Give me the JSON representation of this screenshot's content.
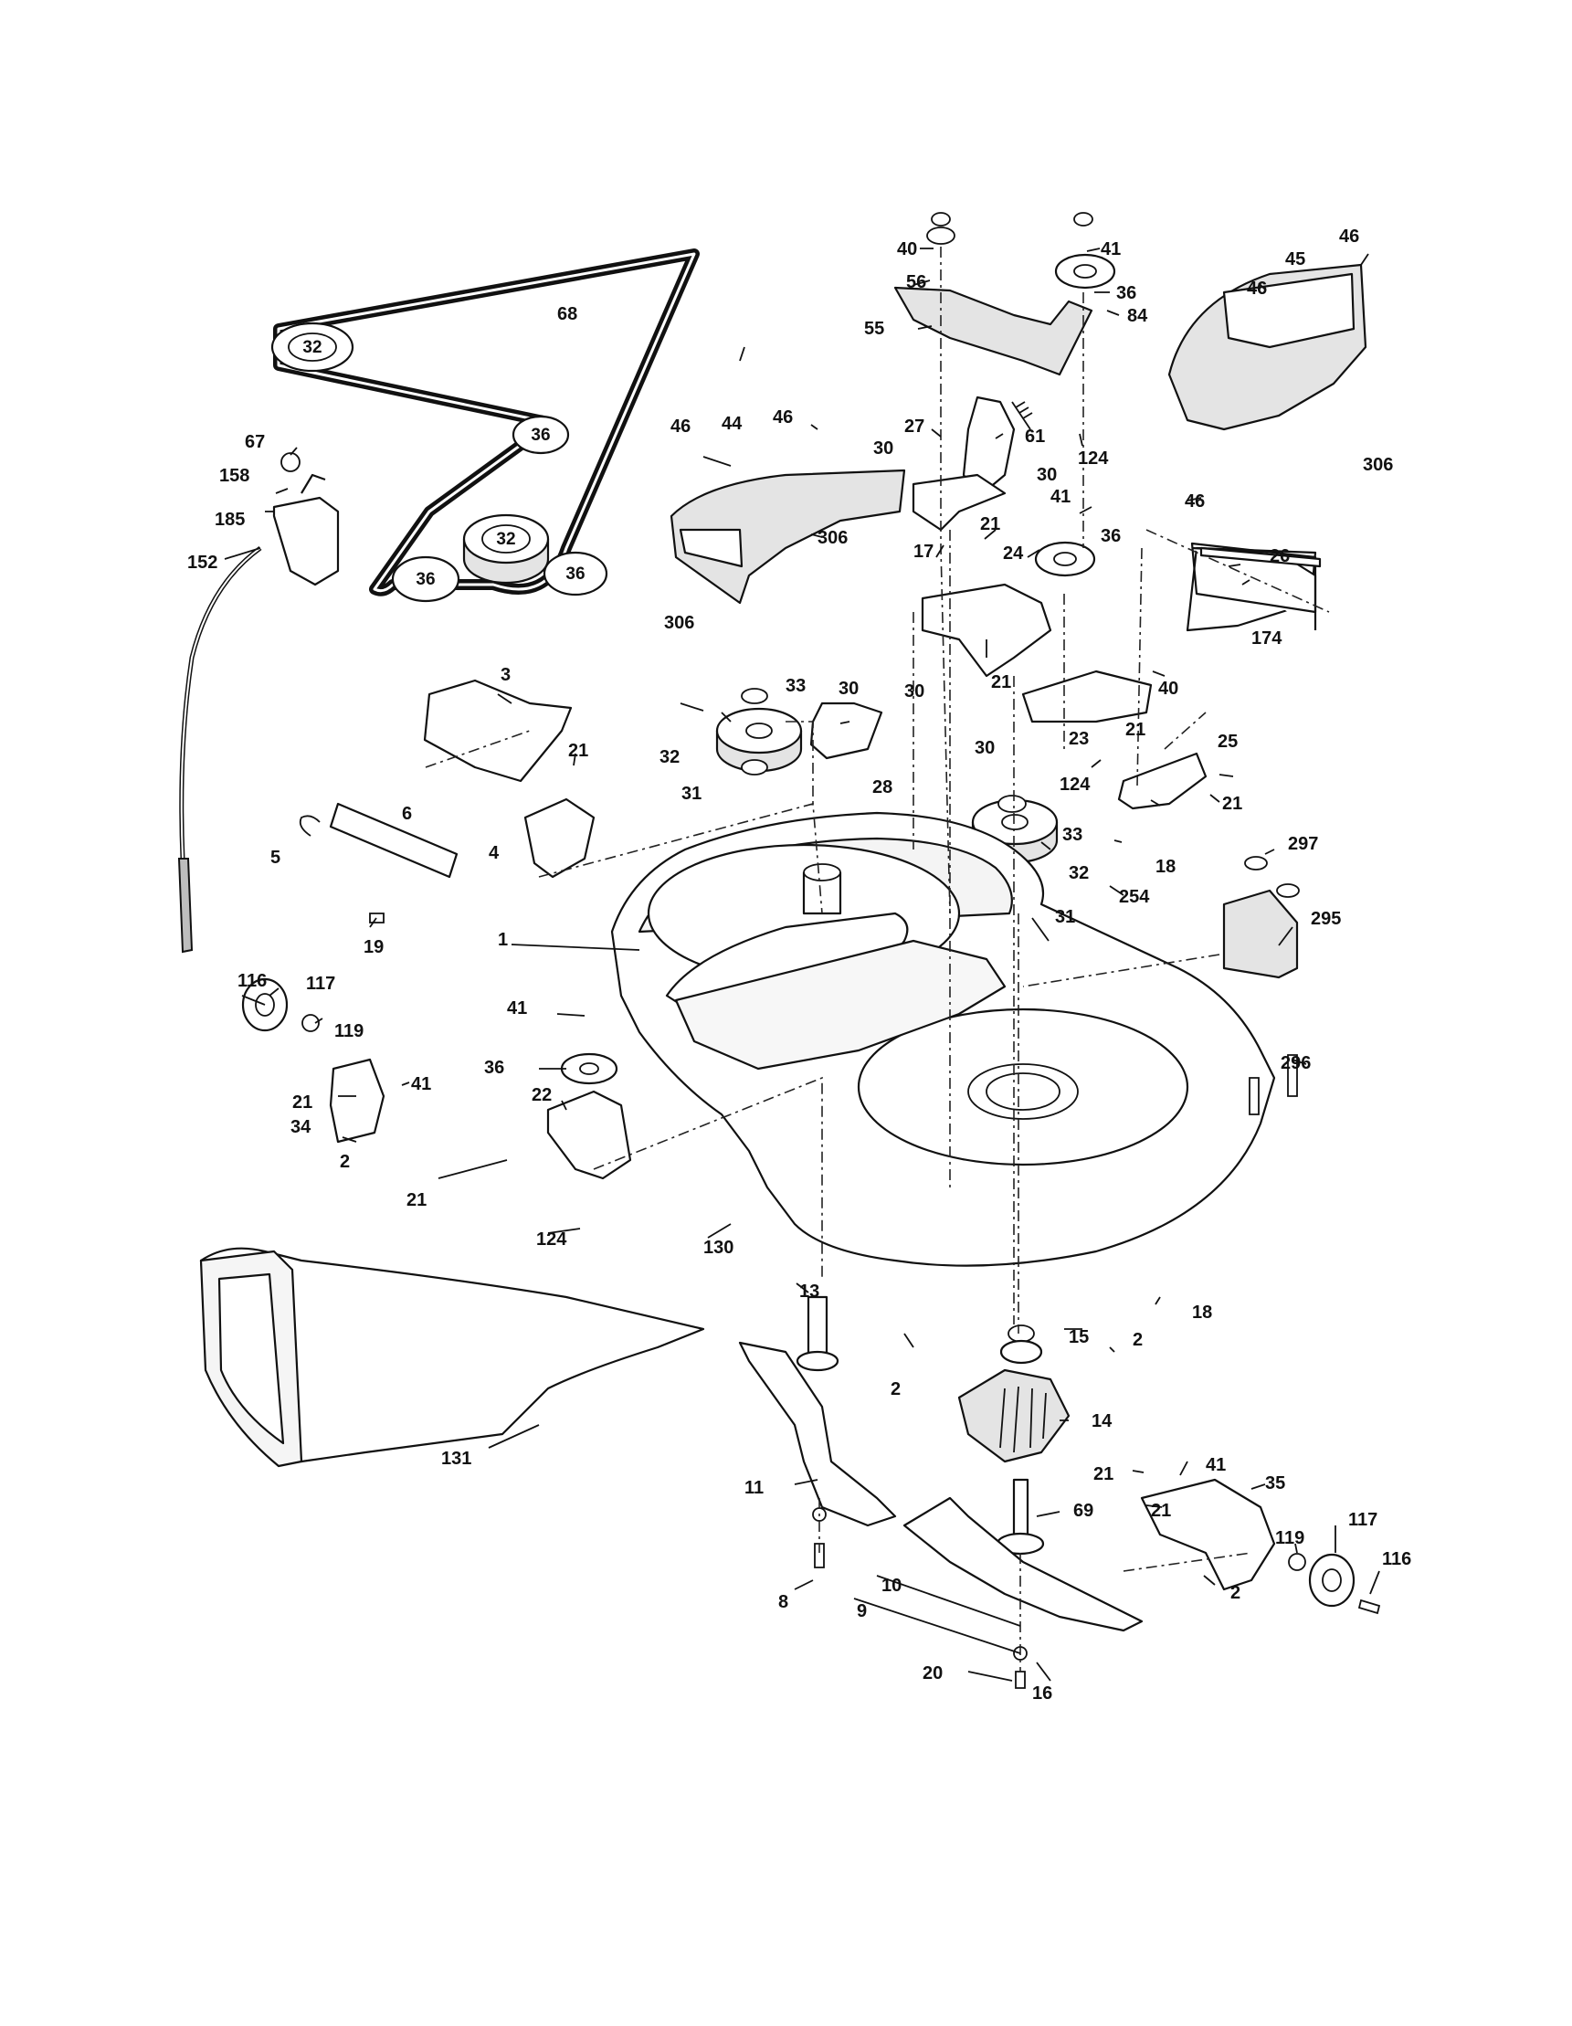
{
  "diagram": {
    "pulley_labels": {
      "p1": "32",
      "p2": "36",
      "p3": "32",
      "p4": "36",
      "p5": "36"
    },
    "callouts": {
      "c68": "68",
      "c40a": "40",
      "c41a": "41",
      "c46a": "46",
      "c56": "56",
      "c36a": "36",
      "c84": "84",
      "c55": "55",
      "c45": "45",
      "c46b": "46",
      "c67": "67",
      "c158": "158",
      "c185": "185",
      "c152": "152",
      "c46c": "46",
      "c44": "44",
      "c46d": "46",
      "c27": "27",
      "c61": "61",
      "c124a": "124",
      "c306a": "306",
      "c30a": "30",
      "c30b": "30",
      "c41b": "41",
      "c46e": "46",
      "c306b": "306",
      "c306c": "306",
      "c17": "17",
      "c21a": "21",
      "c36b": "36",
      "c24": "24",
      "c26": "26",
      "c174": "174",
      "c21b": "21",
      "c40b": "40",
      "c3": "3",
      "c33a": "33",
      "c30c": "30",
      "c30d": "30",
      "c21c": "21",
      "c23": "23",
      "c21d": "21",
      "c25": "25",
      "c32a": "32",
      "c31a": "31",
      "c28": "28",
      "c30e": "30",
      "c124b": "124",
      "c21e": "21",
      "c6": "6",
      "c5": "5",
      "c4": "4",
      "c33b": "33",
      "c18a": "18",
      "c297": "297",
      "c32b": "32",
      "c254": "254",
      "c295": "295",
      "c31b": "31",
      "c19": "19",
      "c1": "1",
      "c116a": "116",
      "c117a": "117",
      "c119a": "119",
      "c41c": "41",
      "c36c": "36",
      "c41d": "41",
      "c296": "296",
      "c22": "22",
      "c21f": "21",
      "c34": "34",
      "c2a": "2",
      "c21g": "21",
      "c124c": "124",
      "c130": "130",
      "c13": "13",
      "c15": "15",
      "c2b": "2",
      "c18b": "18",
      "c2c": "2",
      "c131": "131",
      "c14": "14",
      "c11": "11",
      "c41e": "41",
      "c21h": "21",
      "c35": "35",
      "c69": "69",
      "c21i": "21",
      "c119b": "119",
      "c117b": "117",
      "c116b": "116",
      "c2d": "2",
      "c8": "8",
      "c10": "10",
      "c9": "9",
      "c20": "20",
      "c16": "16"
    }
  }
}
